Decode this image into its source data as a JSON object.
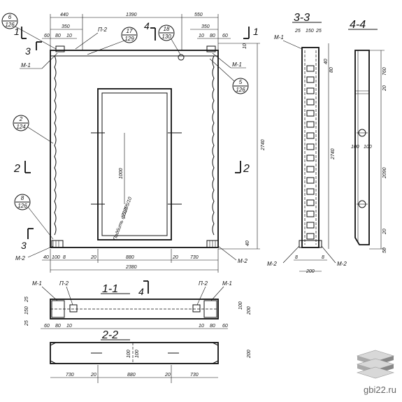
{
  "top_dims": [
    "440",
    "1390",
    "550"
  ],
  "top_sub_left": [
    "350",
    "60",
    "80",
    "10"
  ],
  "top_sub_right": [
    "350",
    "10",
    "80",
    "60"
  ],
  "marks": {
    "m1": "М-1",
    "m2": "М-2",
    "p2": "П-2"
  },
  "callouts": {
    "c6": [
      "6",
      "126"
    ],
    "c17": [
      "17",
      "129"
    ],
    "c18": [
      "18",
      "130"
    ],
    "c5": [
      "5",
      "126"
    ],
    "c2": [
      "2",
      "124"
    ],
    "c8": [
      "8",
      "126"
    ]
  },
  "sections": {
    "s1": "1",
    "s2": "2",
    "s3": "3",
    "s4": "4",
    "s11": "1-1",
    "s22": "2-2",
    "s33": "3-3",
    "s44": "4-4"
  },
  "front": {
    "height": "2740",
    "opening_h": "1000",
    "sill": "2120",
    "note": "Подбить ф510 5/10",
    "right_top": "10",
    "right_bottom": "40",
    "bot_left": [
      "40",
      "100",
      "8"
    ],
    "bot_mid": [
      "20",
      "880",
      "20",
      "730"
    ],
    "total": "2380"
  },
  "section33": {
    "top": [
      "25",
      "150",
      "25"
    ],
    "right": [
      "40",
      "80"
    ],
    "height": "2740",
    "bottom": [
      "8",
      "200",
      "8"
    ]
  },
  "section44": {
    "dims": [
      "760",
      "20",
      "100",
      "100",
      "2090",
      "20",
      "50"
    ]
  },
  "section11": {
    "left": [
      "25",
      "150",
      "25"
    ],
    "bot": [
      "60",
      "80",
      "10"
    ],
    "bot_r": [
      "10",
      "80",
      "60"
    ],
    "right": [
      "100",
      "200"
    ]
  },
  "section22": {
    "dims": [
      "730",
      "20",
      "880",
      "20",
      "730"
    ],
    "mid": [
      "100",
      "100"
    ],
    "right": "200"
  },
  "watermark": "gbi22.ru"
}
